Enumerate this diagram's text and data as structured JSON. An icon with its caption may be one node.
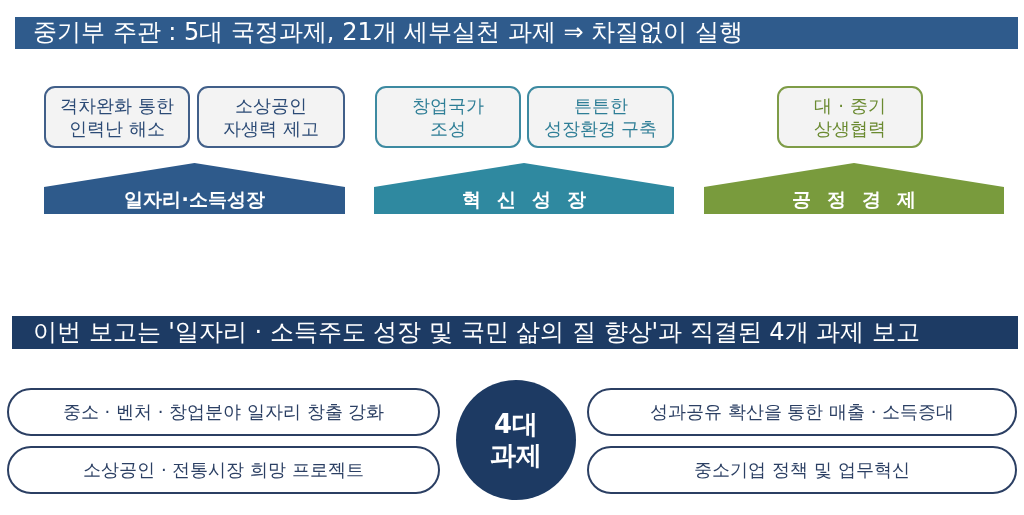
{
  "diagram": {
    "nodes": [
      {
        "text": [
          "중기부 주관 : 5대 국정과제, 21개 세부실천 과제 ⇒ 차질없이 실행"
        ]
      },
      {
        "text": [
          "격차완화 통한 인력난 해소"
        ]
      },
      {
        "text": [
          "소상공인 자생력 제고"
        ]
      },
      {
        "text": [
          "창업국가 조성"
        ]
      },
      {
        "text": [
          "튼튼한 성장환경 구축"
        ]
      },
      {
        "text": [
          "대 · 중기 상생협력"
        ]
      },
      {
        "text": [
          "일자리·소득성장"
        ]
      },
      {
        "text": [
          "혁 신 성 장"
        ]
      },
      {
        "text": [
          "공 정 경 제"
        ]
      },
      {
        "text": [
          "이번 보고는 '일자리 · 소득주도 성장 및 국민 삶의 질 향상'과 직결된 4개 과제 보고"
        ]
      },
      {
        "text": [
          "중소 · 벤처 · 창업분야 일자리 창출 강화"
        ]
      },
      {
        "text": [
          "소상공인 · 전통시장 희망 프로젝트"
        ]
      },
      {
        "text": [
          "4대 과제"
        ]
      },
      {
        "text": [
          "성과공유 확산을 통한 매출 · 소득증대"
        ]
      },
      {
        "text": [
          "중소기업 정책 및 업무혁신"
        ]
      }
    ]
  }
}
